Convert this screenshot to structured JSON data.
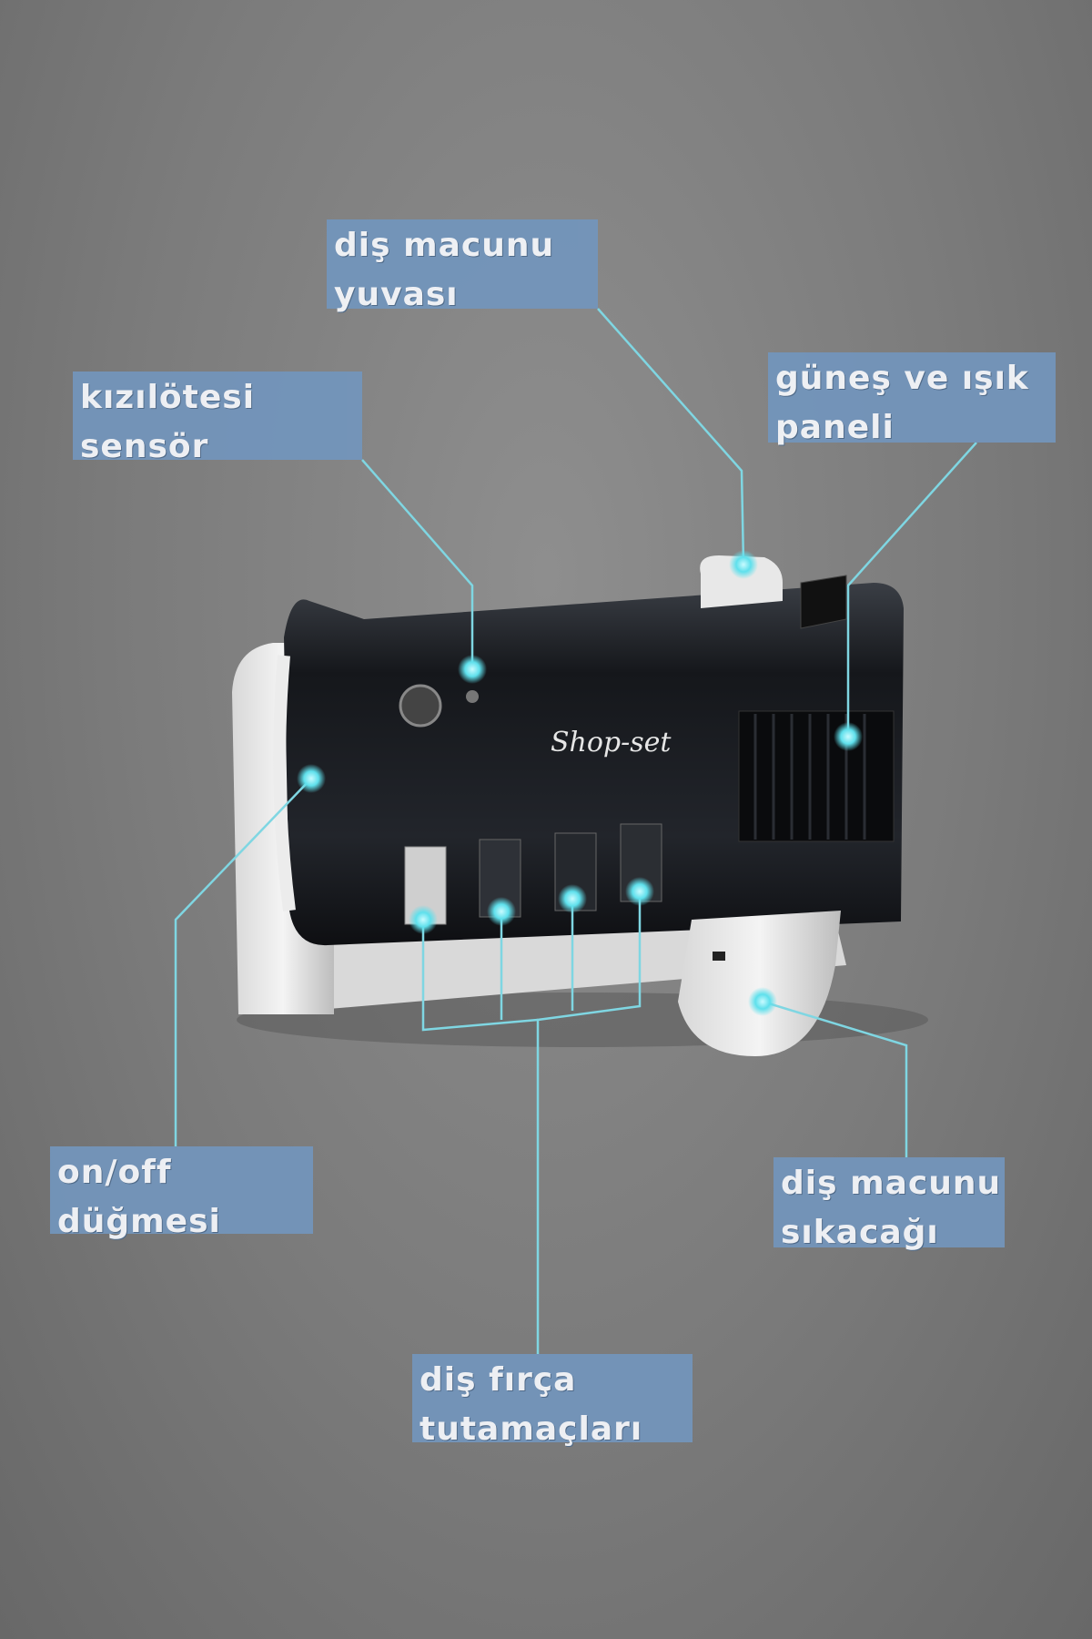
{
  "product": {
    "logo": "Shop-set"
  },
  "labels": {
    "paste_slot": {
      "line1": "diş macunu",
      "line2": "yuvası"
    },
    "ir_sensor": {
      "line1": "kızılötesi",
      "line2": "sensör"
    },
    "solar_panel": {
      "line1": "güneş ve ışık",
      "line2": "paneli"
    },
    "power_button": {
      "line1": "on/off",
      "line2": "düğmesi"
    },
    "squeezer": {
      "line1": "diş macunu",
      "line2": "sıkacağı"
    },
    "brush_holders": {
      "line1": "diş fırça",
      "line2": "tutamaçları"
    }
  },
  "colors": {
    "label_bg": "#7395bb",
    "leader_line": "#7fd6e2",
    "body": "#1c1f24"
  }
}
